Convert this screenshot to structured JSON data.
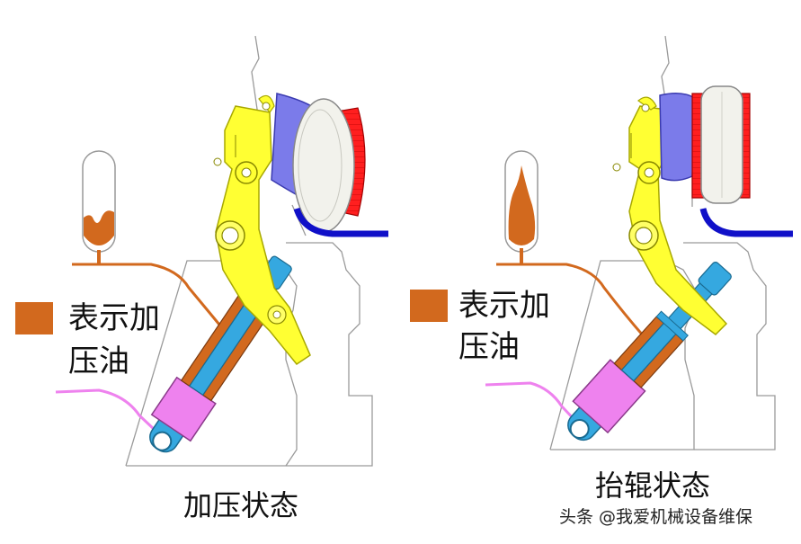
{
  "colors": {
    "oil": "#d2691e",
    "cylinder_pink": "#ee82ee",
    "rod_cyan": "#35a8e0",
    "arm_yellow": "#ffff33",
    "wedge_blue": "#7b7bea",
    "roll_red": "#ff1f1f",
    "roll_white": "#f2f2ec",
    "guide_blue": "#1010c8",
    "outline": "#999999"
  },
  "left_panel": {
    "legend_line1": "表示加",
    "legend_line2": "压油",
    "caption": "加压状态"
  },
  "right_panel": {
    "legend_line1": "表示加",
    "legend_line2": "压油",
    "caption": "抬辊状态"
  },
  "watermark": "头条 @我爱机械设备维保"
}
